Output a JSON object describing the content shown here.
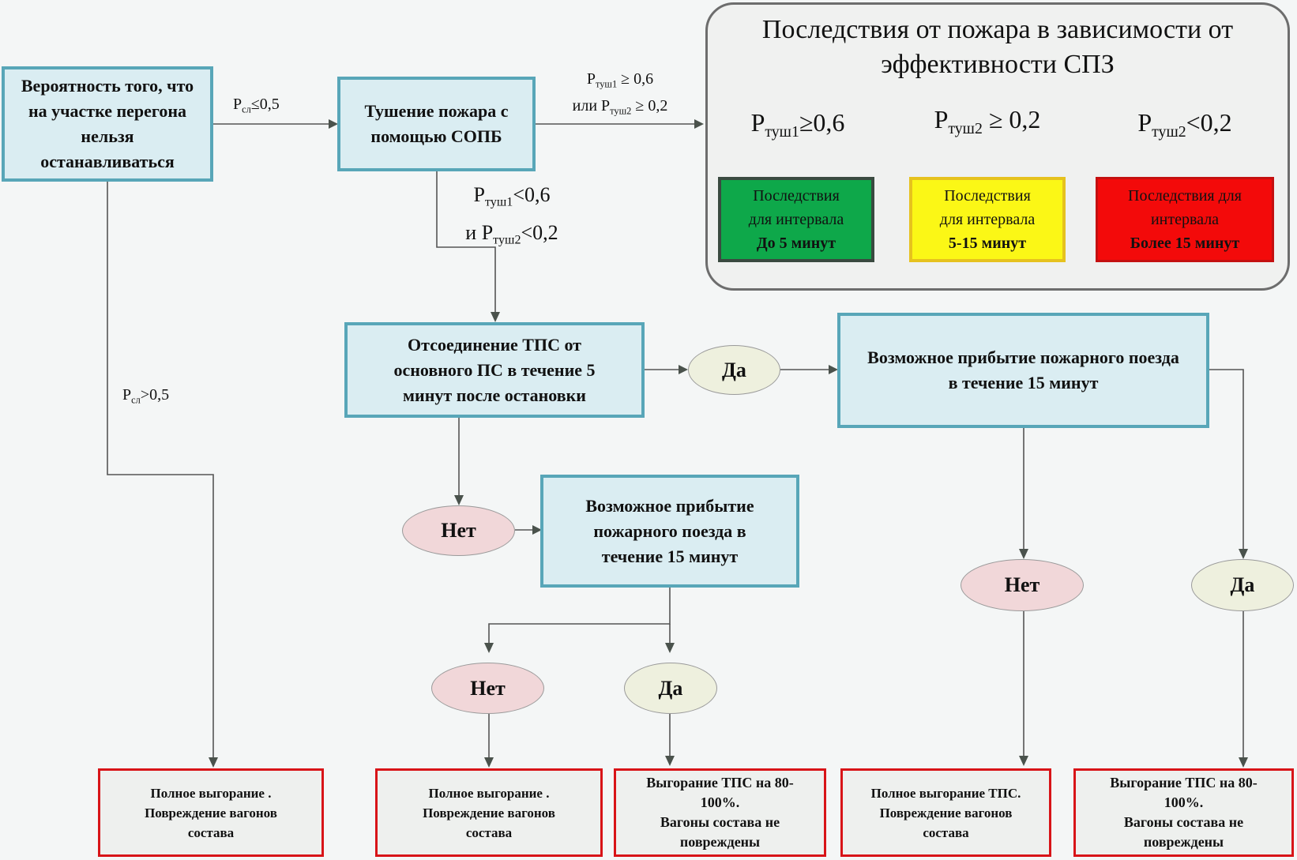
{
  "nodes": {
    "start": "Вероятность того, что на участке перегона нельзя останавливаться",
    "extinguish": "Тушение пожара с помощью СОПБ",
    "disconnect": "Отсоединение ТПС от основного ПС в течение 5 минут после остановки",
    "fire_train_right": "Возможное прибытие пожарного поезда в течение 15 минут",
    "fire_train_mid": "Возможное прибытие пожарного поезда в течение 15 минут"
  },
  "edge_labels": {
    "p_sl_le": {
      "var": "P",
      "sub": "сл",
      "rel": "≤0,5"
    },
    "p_sl_gt": {
      "var": "P",
      "sub": "сл",
      "rel": ">0,5"
    },
    "to_panel_line1": {
      "var": "P",
      "sub": "туш1",
      "rel": " ≥ 0,6"
    },
    "to_panel_line2": {
      "prefix": "или P",
      "sub": "туш2",
      "rel": " ≥ 0,2"
    },
    "down_line1": {
      "var": "P",
      "sub": "туш1",
      "rel": "<0,6"
    },
    "down_line2": {
      "prefix": "и P",
      "sub": "туш2",
      "rel": "<0,2"
    }
  },
  "decisions": {
    "yes": "Да",
    "no": "Нет"
  },
  "panel": {
    "title": "Последствия от пожара в зависимости от\nэффективности СПЗ",
    "conditions": [
      {
        "var": "P",
        "sub": "туш1",
        "rel": "≥0,6"
      },
      {
        "var": "P",
        "sub": "туш2",
        "rel": " ≥ 0,2"
      },
      {
        "var": "P",
        "sub": "туш2",
        "rel": "<0,2"
      }
    ],
    "consequences": [
      {
        "line1": "Последствия",
        "line2": "для интервала",
        "bold": "До 5 минут",
        "color": "#0ea84a",
        "border": "#3a4a40"
      },
      {
        "line1": "Последствия",
        "line2": "для интервала",
        "bold": "5-15 минут",
        "color": "#fbf716",
        "border": "#e6c21e"
      },
      {
        "line1": "Последствия для",
        "line2": "интервала",
        "bold": "Более 15 минут",
        "color": "#f30a0a",
        "border": "#c41010"
      }
    ]
  },
  "results": [
    "Полное выгорание .\nПовреждение вагонов\nсостава",
    "Полное выгорание .\nПовреждение вагонов\nсостава",
    "Выгорание ТПС на 80-\n100%.\nВагоны состава не\nповреждены",
    "Полное выгорание ТПС.\nПовреждение вагонов\nсостава",
    "Выгорание ТПС на 80-\n100%.\nВагоны состава не\nповреждены"
  ]
}
